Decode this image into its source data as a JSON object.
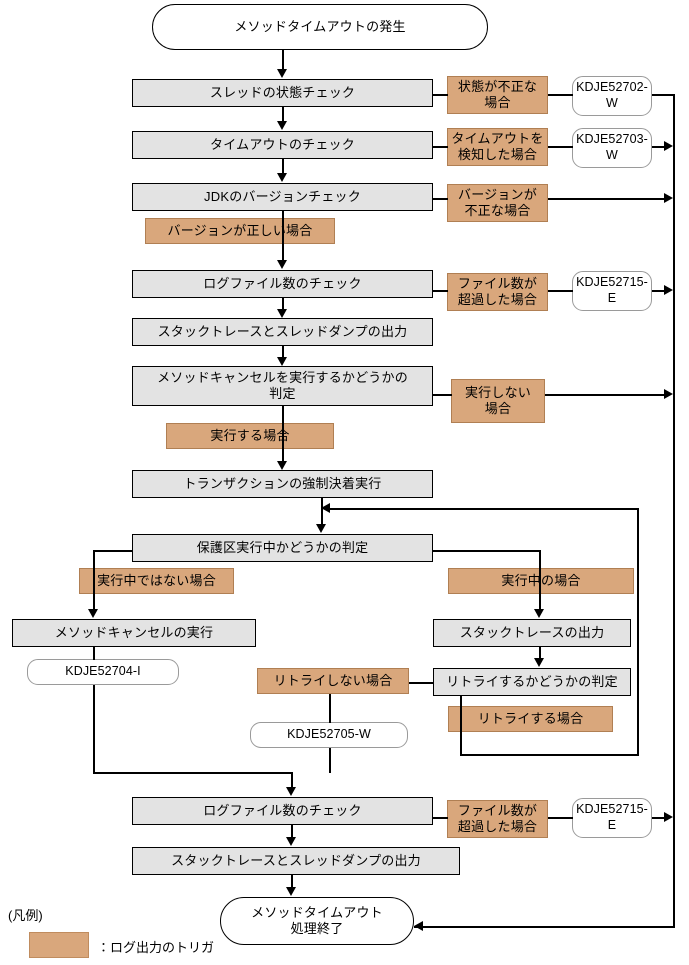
{
  "diagram": {
    "title_terminal": "メソッドタイムアウトの発生",
    "end_terminal": "メソッドタイムアウト\n処理終了"
  },
  "colors": {
    "process_fill": "#e3e3e3",
    "trigger_fill": "#d9a77c",
    "trigger_border": "#b07f53",
    "message_border": "#9a9a9a",
    "line": "#000000",
    "background": "#ffffff"
  },
  "nodes": {
    "start": "メソッドタイムアウトの発生",
    "thread_state_check": "スレッドの状態チェック",
    "timeout_check": "タイムアウトのチェック",
    "jdk_version_check": "JDKのバージョンチェック",
    "log_file_count_check_1": "ログファイル数のチェック",
    "stacktrace_threaddump_1": "スタックトレースとスレッドダンプの出力",
    "method_cancel_decision": "メソッドキャンセルを実行するかどうかの\n判定",
    "transaction_force_settle": "トランザクションの強制決着実行",
    "protected_area_decision": "保護区実行中かどうかの判定",
    "method_cancel_execute": "メソッドキャンセルの実行",
    "stacktrace_output": "スタックトレースの出力",
    "retry_decision": "リトライするかどうかの判定",
    "log_file_count_check_2": "ログファイル数のチェック",
    "stacktrace_threaddump_2": "スタックトレースとスレッドダンプの出力",
    "end": "メソッドタイムアウト\n処理終了"
  },
  "triggers": {
    "state_invalid": "状態が不正な\n場合",
    "timeout_detected": "タイムアウトを\n検知した場合",
    "version_invalid": "バージョンが\n不正な場合",
    "version_valid": "バージョンが正しい場合",
    "file_count_exceeded_1": "ファイル数が\n超過した場合",
    "not_execute": "実行しない\n場合",
    "execute": "実行する場合",
    "not_running": "実行中ではない場合",
    "running": "実行中の場合",
    "no_retry": "リトライしない場合",
    "retry": "リトライする場合",
    "file_count_exceeded_2": "ファイル数が\n超過した場合"
  },
  "messages": {
    "kdje52702w": "KDJE52702-\nW",
    "kdje52703w": "KDJE52703-\nW",
    "kdje52715e_1": "KDJE52715-\nE",
    "kdje52704i": "KDJE52704-I",
    "kdje52705w": "KDJE52705-W",
    "kdje52715e_2": "KDJE52715-\nE"
  },
  "legend": {
    "heading": "(凡例)",
    "description": "：ログ出力のトリガ"
  }
}
